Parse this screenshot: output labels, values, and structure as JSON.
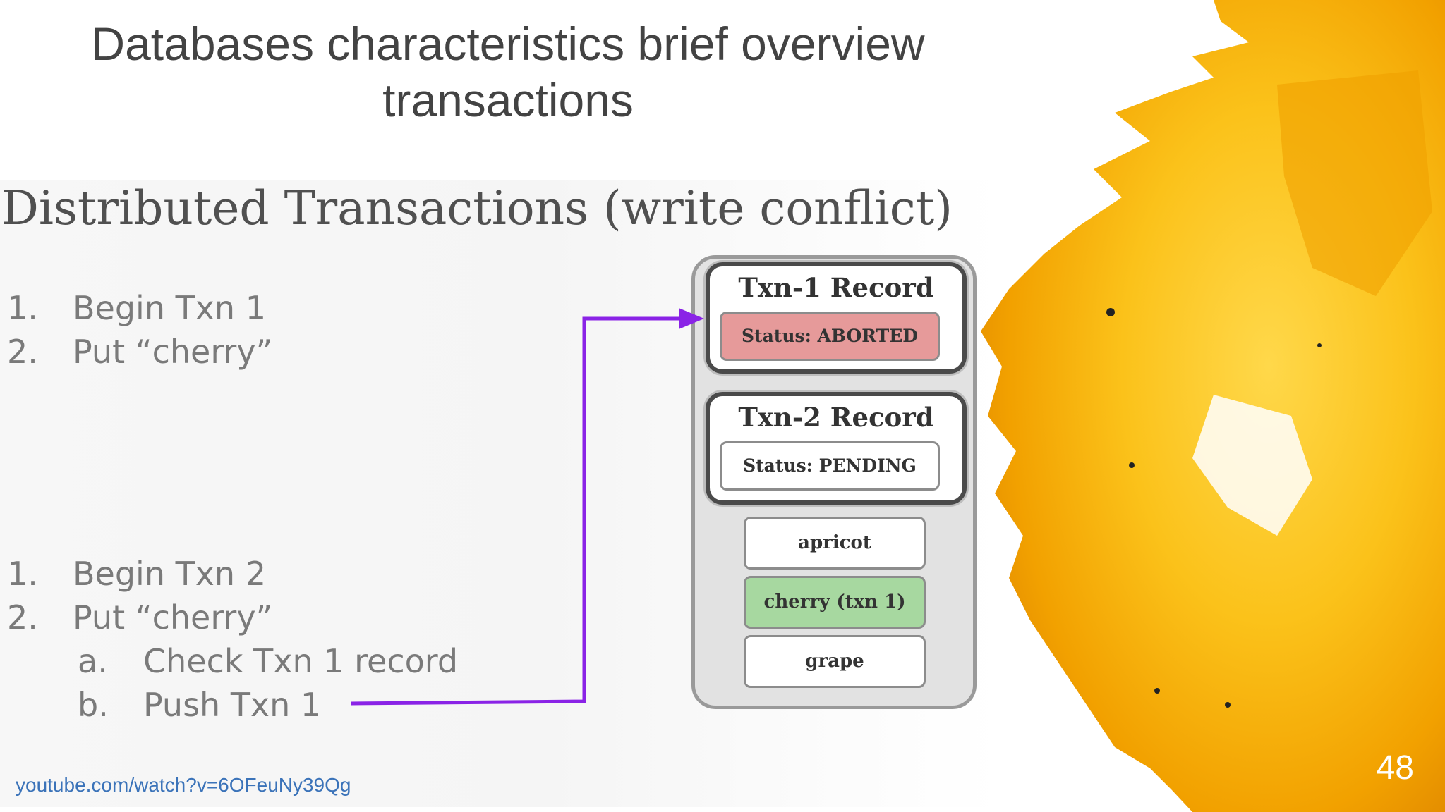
{
  "slide": {
    "title_line1": "Databases characteristics brief overview",
    "title_line2": "transactions",
    "page_number": "48",
    "source_link": "youtube.com/watch?v=6OFeuNy39Qg"
  },
  "figure": {
    "heading": "Distributed Transactions (write conflict)",
    "txn1_steps": [
      {
        "num": "1.",
        "text": "Begin Txn 1"
      },
      {
        "num": "2.",
        "text": "Put “cherry”"
      }
    ],
    "txn2_steps": [
      {
        "num": "1.",
        "text": "Begin Txn 2"
      },
      {
        "num": "2.",
        "text": "Put “cherry”"
      },
      {
        "num": "a.",
        "text": "Check Txn 1 record"
      },
      {
        "num": "b.",
        "text": "Push Txn 1"
      }
    ],
    "records": [
      {
        "title": "Txn-1 Record",
        "status": "Status: ABORTED",
        "status_color": "#e69a9a"
      },
      {
        "title": "Txn-2 Record",
        "status": "Status: PENDING",
        "status_color": "#ffffff"
      }
    ],
    "keys": [
      {
        "label": "apricot",
        "color": "#ffffff"
      },
      {
        "label": "cherry (txn 1)",
        "color": "#a7d8a0"
      },
      {
        "label": "grape",
        "color": "#ffffff"
      }
    ],
    "arrow_color": "#8a23e6"
  },
  "colors": {
    "title_text": "#434343",
    "link": "#3b73b9",
    "paint_orange": "#f5a800",
    "paint_yellow": "#fcc419"
  }
}
